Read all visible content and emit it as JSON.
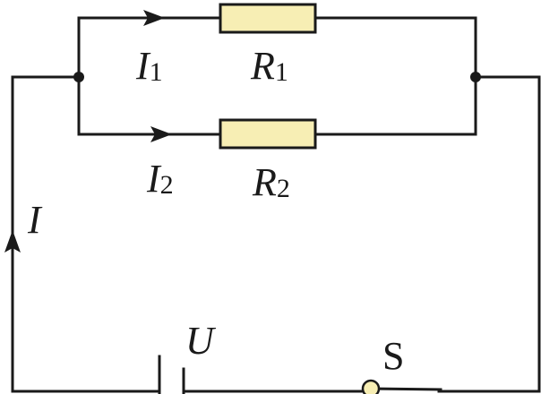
{
  "colors": {
    "wire": "#1a1a1a",
    "resistor_fill": "#f7eeb4",
    "background": "#ffffff"
  },
  "labels": {
    "i1": {
      "main": "I",
      "sub": "1"
    },
    "i2": {
      "main": "I",
      "sub": "2"
    },
    "r1": {
      "main": "R",
      "sub": "1"
    },
    "r2": {
      "main": "R",
      "sub": "2"
    },
    "i_total": "I",
    "voltage": "U",
    "switch": "S"
  }
}
